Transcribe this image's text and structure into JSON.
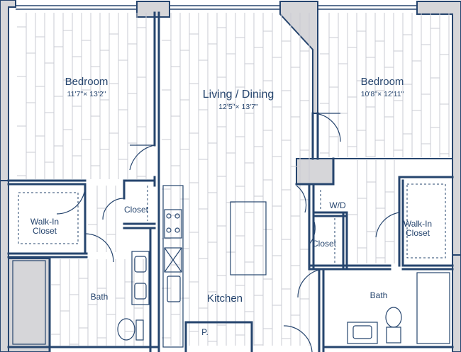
{
  "colors": {
    "wall": "#26456e",
    "wall_fill": "#d6d6d9",
    "floor_lines": "#c9cbd3",
    "fixture_line": "#26456e"
  },
  "rooms": {
    "bedroom_left": {
      "name": "Bedroom",
      "dims": "11'7\"× 13'2\""
    },
    "living": {
      "name": "Living / Dining",
      "dims": "12'5\"× 13'7\""
    },
    "bedroom_right": {
      "name": "Bedroom",
      "dims": "10'8\"× 12'11\""
    },
    "closet_left": {
      "name": "Closet"
    },
    "walkin_left": {
      "name": "Walk-In",
      "name2": "Closet"
    },
    "bath_left": {
      "name": "Bath"
    },
    "kitchen": {
      "name": "Kitchen"
    },
    "pantry": {
      "name": "P."
    },
    "wd": {
      "name": "W/D"
    },
    "closet_right": {
      "name": "Closet"
    },
    "walkin_right": {
      "name": "Walk-In",
      "name2": "Closet"
    },
    "bath_right": {
      "name": "Bath"
    }
  }
}
